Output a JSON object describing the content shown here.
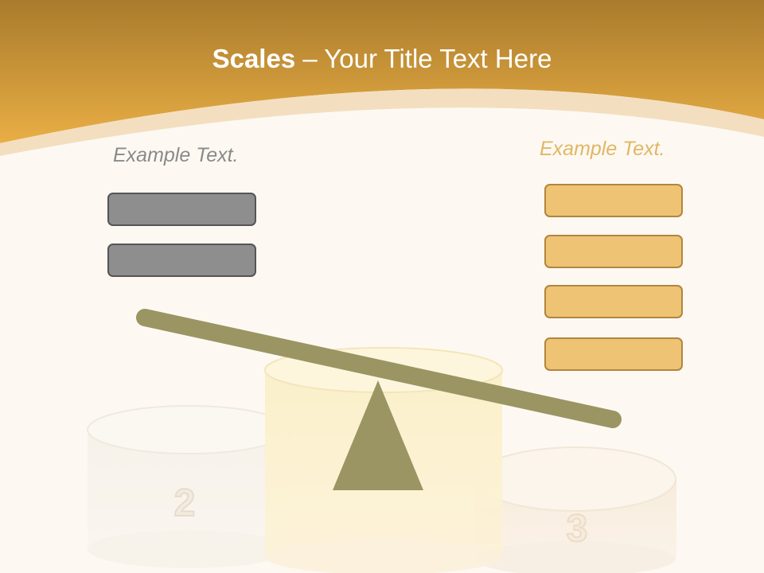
{
  "title": {
    "bold": "Scales",
    "rest": " – Your Title Text Here"
  },
  "left": {
    "label": "Example Text.",
    "box_count": 2
  },
  "right": {
    "label": "Example Text.",
    "box_count": 4
  },
  "podium": {
    "labels": [
      "2",
      "3"
    ]
  },
  "colors": {
    "header_top": "#a97b2c",
    "header_bottom": "#e9ae45",
    "background": "#fdf9f2",
    "scale": "#9a9563",
    "grey_box": "#8e8e8e",
    "orange_box": "#eec374"
  }
}
